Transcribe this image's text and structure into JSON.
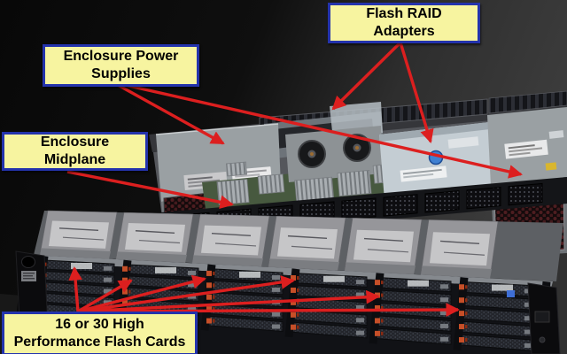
{
  "colors": {
    "label_bg": "#f7f4a0",
    "label_border": "#2433ac",
    "arrow": "#dc1f1f",
    "chassis_gray": "#9aa0a3",
    "pcb_green": "#47593f",
    "psu_grille_red": "#4e1d20",
    "flash_latch_orange": "#c64f28"
  },
  "callouts": {
    "power_supplies": {
      "line1": "Enclosure Power",
      "line2": "Supplies",
      "arrows": [
        [
          133,
          96,
          252,
          162
        ],
        [
          141,
          96,
          588,
          197
        ]
      ]
    },
    "raid_adapters": {
      "line1": "Flash RAID",
      "line2": "Adapters",
      "arrows": [
        [
          452,
          48,
          376,
          123
        ],
        [
          452,
          48,
          486,
          160
        ]
      ]
    },
    "midplane": {
      "line1": "Enclosure",
      "line2": "Midplane",
      "arrows": [
        [
          76,
          194,
          262,
          231
        ]
      ]
    },
    "flash_cards": {
      "line1": "16 or 30 High",
      "line2": "Performance Flash Cards",
      "arrows": [
        [
          88,
          352,
          84,
          303
        ],
        [
          88,
          352,
          148,
          317
        ],
        [
          88,
          352,
          231,
          315
        ],
        [
          88,
          352,
          331,
          317
        ],
        [
          88,
          352,
          427,
          335
        ],
        [
          88,
          352,
          517,
          350
        ]
      ]
    }
  }
}
